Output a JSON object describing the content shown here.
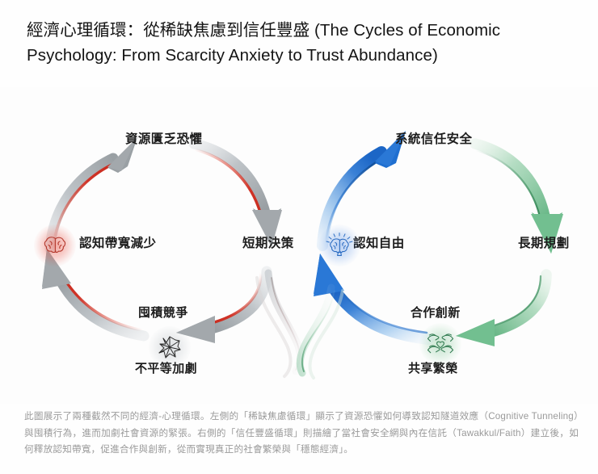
{
  "title": "經濟心理循環：從稀缺焦慮到信任豐盛 (The Cycles of Economic Psychology: From Scarcity Anxiety to Trust Abundance)",
  "caption": "此圖展示了兩種截然不同的經濟-心理循環。左側的「稀缺焦慮循環」顯示了資源恐懼如何導致認知隧道效應（Cognitive Tunneling）與囤積行為，進而加劇社會資源的緊張。右側的「信任豐盛循環」則描繪了當社會安全網與內在信託（Tawakkul/Faith）建立後，如何釋放認知帶寬，促進合作與創新，從而實現真正的社會繁榮與「穩態經濟」。",
  "colors": {
    "scarcity_accent": "#d94030",
    "scarcity_arrow": "#9aa0a4",
    "trust_blue": "#1f6fd0",
    "trust_green": "#6cb98a",
    "text": "#1d1d1d",
    "caption": "#9a9a9a",
    "background": "#fefefe"
  },
  "chart_data": {
    "type": "diagram",
    "title": "經濟心理循環：從稀缺焦慮到信任豐盛 (The Cycles of Economic Psychology: From Scarcity Anxiety to Trust Abundance)",
    "cycles": [
      {
        "id": "scarcity",
        "name": "稀缺焦慮循環",
        "direction": "clockwise",
        "accent_color": "#d94030",
        "arrow_color": "#9aa0a4",
        "nodes": [
          {
            "id": "scarcity-fear",
            "label": "資源匱乏恐懼",
            "position": "top",
            "icon": null
          },
          {
            "id": "short-term-decision",
            "label": "短期決策",
            "position": "right",
            "icon": null
          },
          {
            "id": "hoarding-competition",
            "label": "囤積競爭",
            "position": "bottom",
            "icon": "cracked-shatter-icon",
            "sublabel": "不平等加劇"
          },
          {
            "id": "cognitive-bandwidth",
            "label": "認知帶寬減少",
            "position": "left",
            "icon": "brain-red-icon"
          }
        ],
        "edges": [
          {
            "from": "cognitive-bandwidth",
            "to": "scarcity-fear"
          },
          {
            "from": "scarcity-fear",
            "to": "short-term-decision"
          },
          {
            "from": "short-term-decision",
            "to": "hoarding-competition"
          },
          {
            "from": "hoarding-competition",
            "to": "cognitive-bandwidth"
          }
        ]
      },
      {
        "id": "trust",
        "name": "信任豐盛循環",
        "direction": "clockwise",
        "accent_color": "#1f6fd0",
        "arrow_color": "#6cb98a",
        "nodes": [
          {
            "id": "system-trust",
            "label": "系統信任安全",
            "position": "top",
            "icon": null
          },
          {
            "id": "long-term-plan",
            "label": "長期規劃",
            "position": "right",
            "icon": null
          },
          {
            "id": "coop-innovation",
            "label": "合作創新",
            "position": "bottom",
            "icon": "hands-heart-icon",
            "sublabel": "共享繁榮"
          },
          {
            "id": "cognitive-freedom",
            "label": "認知自由",
            "position": "left",
            "icon": "brain-blue-icon"
          }
        ],
        "edges": [
          {
            "from": "cognitive-freedom",
            "to": "system-trust"
          },
          {
            "from": "system-trust",
            "to": "long-term-plan"
          },
          {
            "from": "long-term-plan",
            "to": "coop-innovation"
          },
          {
            "from": "coop-innovation",
            "to": "cognitive-freedom"
          }
        ]
      }
    ],
    "bridge": {
      "description": "兩個循環在底部中央以漸淡曲線相連",
      "from_cycle": "scarcity",
      "to_cycle": "trust"
    }
  },
  "left_cycle": {
    "top_label": "資源匱乏恐懼",
    "right_label": "短期決策",
    "bottom_label": "囤積競爭",
    "bottom_sublabel": "不平等加劇",
    "left_label": "認知帶寬減少"
  },
  "right_cycle": {
    "top_label": "系統信任安全",
    "right_label": "長期規劃",
    "bottom_label": "合作創新",
    "bottom_sublabel": "共享繁榮",
    "left_label": "認知自由"
  }
}
